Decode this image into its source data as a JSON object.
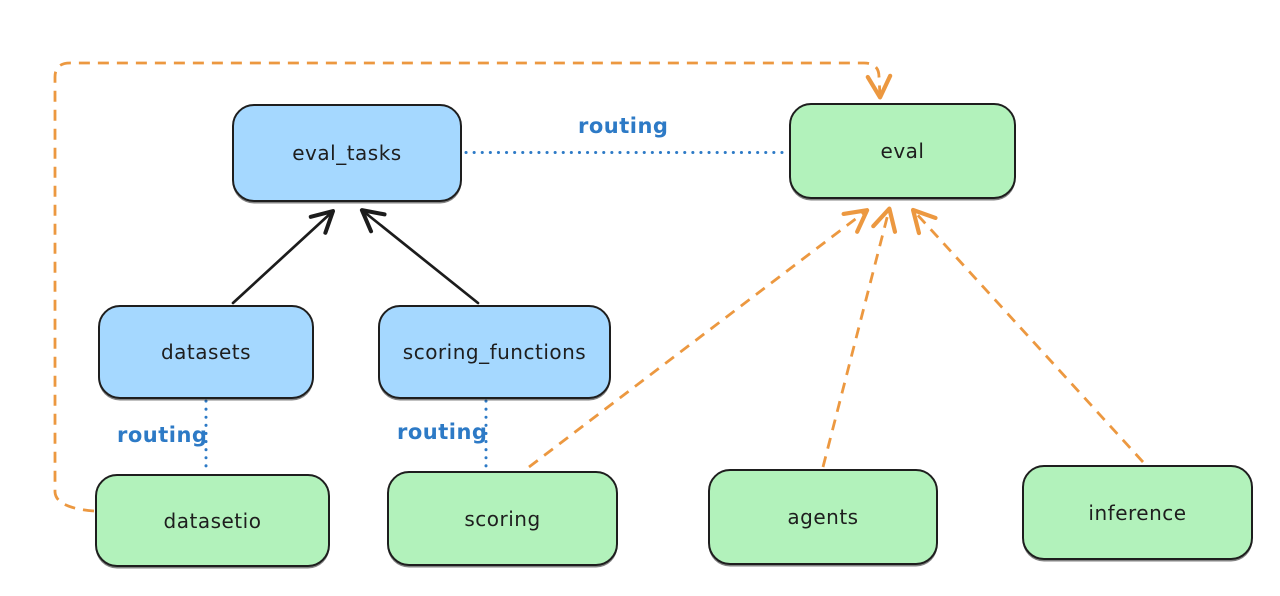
{
  "diagram": {
    "background_color": "#ffffff",
    "colors": {
      "node_border": "#1e1e1e",
      "registry_fill": "#a5d8ff",
      "provider_fill": "#b2f2bb",
      "routing_blue": "#2d7ac6",
      "dependency_orange": "#ec9840",
      "arrow_black": "#1c1c1c"
    },
    "nodes": [
      {
        "id": "eval_tasks",
        "label": "eval_tasks",
        "fill": "blue"
      },
      {
        "id": "eval",
        "label": "eval",
        "fill": "green"
      },
      {
        "id": "datasets",
        "label": "datasets",
        "fill": "blue"
      },
      {
        "id": "scoring_functions",
        "label": "scoring_functions",
        "fill": "blue"
      },
      {
        "id": "datasetio",
        "label": "datasetio",
        "fill": "green"
      },
      {
        "id": "scoring",
        "label": "scoring",
        "fill": "green"
      },
      {
        "id": "agents",
        "label": "agents",
        "fill": "green"
      },
      {
        "id": "inference",
        "label": "inference",
        "fill": "green"
      }
    ],
    "edges": [
      {
        "from": "datasets",
        "to": "eval_tasks",
        "style": "solid-arrow",
        "color": "black",
        "label": ""
      },
      {
        "from": "scoring_functions",
        "to": "eval_tasks",
        "style": "solid-arrow",
        "color": "black",
        "label": ""
      },
      {
        "from": "eval_tasks",
        "to": "eval",
        "style": "dotted",
        "color": "blue",
        "label": "routing"
      },
      {
        "from": "datasets",
        "to": "datasetio",
        "style": "dotted",
        "color": "blue",
        "label": "routing"
      },
      {
        "from": "scoring_functions",
        "to": "scoring",
        "style": "dotted",
        "color": "blue",
        "label": "routing"
      },
      {
        "from": "datasetio",
        "to": "eval",
        "style": "dashed-arrow",
        "color": "orange",
        "label": ""
      },
      {
        "from": "scoring",
        "to": "eval",
        "style": "dashed-arrow",
        "color": "orange",
        "label": ""
      },
      {
        "from": "agents",
        "to": "eval",
        "style": "dashed-arrow",
        "color": "orange",
        "label": ""
      },
      {
        "from": "inference",
        "to": "eval",
        "style": "dashed-arrow",
        "color": "orange",
        "label": ""
      }
    ]
  }
}
